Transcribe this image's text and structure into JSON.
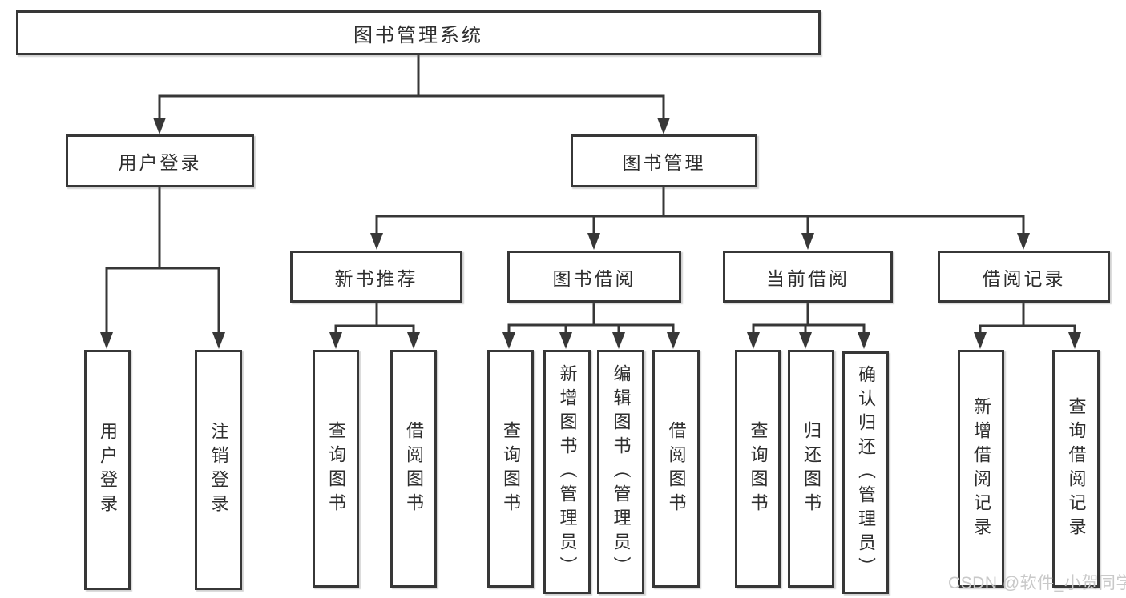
{
  "diagram": {
    "root": {
      "label": "图书管理系统"
    },
    "branches": {
      "user_login": {
        "label": "用户登录",
        "children": [
          {
            "label": "用户登录"
          },
          {
            "label": "注销登录"
          }
        ]
      },
      "book_mgmt": {
        "label": "图书管理",
        "groups": [
          {
            "label": "新书推荐",
            "children": [
              {
                "label": "查询图书"
              },
              {
                "label": "借阅图书"
              }
            ]
          },
          {
            "label": "图书借阅",
            "children": [
              {
                "label": "查询图书"
              },
              {
                "label": "新增图书（管理员）"
              },
              {
                "label": "编辑图书（管理员）"
              },
              {
                "label": "借阅图书"
              }
            ]
          },
          {
            "label": "当前借阅",
            "children": [
              {
                "label": "查询图书"
              },
              {
                "label": "归还图书"
              },
              {
                "label": "确认归还（管理员）"
              }
            ]
          },
          {
            "label": "借阅记录",
            "children": [
              {
                "label": "新增借阅记录"
              },
              {
                "label": "查询借阅记录"
              }
            ]
          }
        ]
      }
    },
    "watermark": "CSDN @软件_小贺同学",
    "colors": {
      "line": "#373737",
      "text": "#2e2e2e",
      "watermark": "#c9c9c9",
      "background": "#ffffff"
    }
  }
}
